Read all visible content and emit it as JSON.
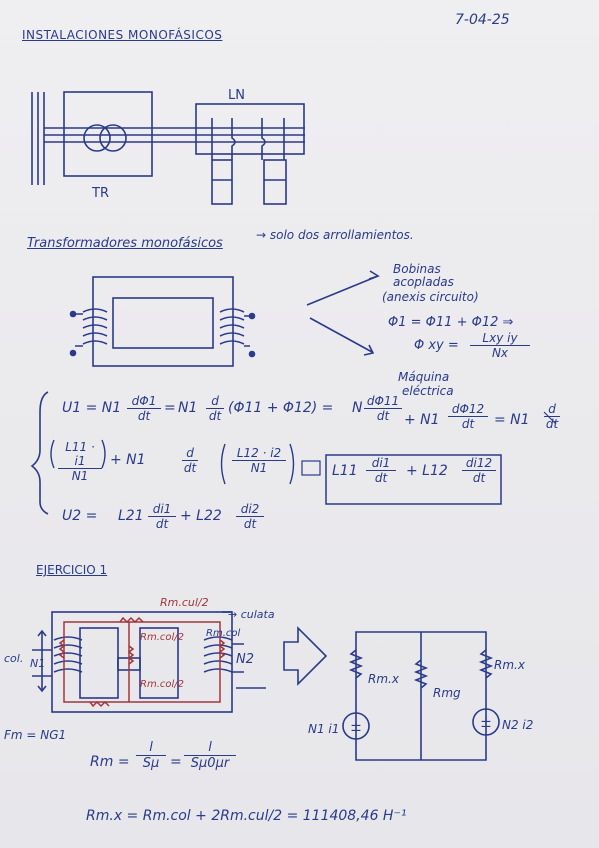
{
  "date": "7-04-25",
  "title": "INSTALACIONES MONOFÁSICOS",
  "diagram1": {
    "label_ln": "LN",
    "label_tr": "TR"
  },
  "section2": {
    "title": "Transformadores monofásicos",
    "note": "→ solo dos arrollamientos.",
    "bobinas": [
      "Bobinas",
      "acopladas",
      "(anexis circuito)"
    ],
    "flux_eq1": "Φ1 = Φ11 + Φ12 ⇒",
    "flux_eq2_left": "Φ xy =",
    "flux_eq2_num": "Lxy iy",
    "flux_eq2_den": "Nx",
    "maquina": [
      "Máquina",
      "eléctrica"
    ]
  },
  "equations": {
    "u1_lhs": "U1 = N1",
    "dphi1": "dΦ1",
    "dt": "dt",
    "eq": "=",
    "n1d": "N1",
    "d": "d",
    "paren1": "(Φ11 + Φ12) =",
    "n": "N",
    "dphi11": "dΦ11",
    "plus_n1": "+ N1",
    "dphi12": "dΦ12",
    "eq_n1": "= N1",
    "d_end": "d",
    "dt_end": "dt",
    "l11i1": "L11 · i1",
    "n1": "N1",
    "plus_n1d": "+ N1",
    "l12i2": "L12 · i2",
    "boxed_l11": "L11",
    "di1": "di1",
    "plus_l12": "+ L12",
    "di12": "di12",
    "u2_lhs": "U2 =",
    "l21": "L21",
    "di1b": "di1",
    "plus_l22": "+ L22",
    "di2": "di2"
  },
  "exercise": {
    "title": "EJERCICIO 1",
    "rm_culata_top": "Rm.cul/2",
    "culata": "→ culata",
    "rm_col_2a": "Rm.col/2",
    "rm_col": "Rm.col",
    "rm_col_2b": "Rm.col/2",
    "col": "col.",
    "n1": "N1",
    "n2": "N2",
    "fm": "Fm = NG1",
    "circuit": {
      "rmx_left": "Rm.x",
      "rmg": "Rmg",
      "rmx_right": "Rm.x",
      "source_left": "N1 i1",
      "source_right": "N2 i2"
    },
    "rm_lhs": "Rm =",
    "rm_l1": "l",
    "rm_s_mu": "Sμ",
    "rm_eq": "=",
    "rm_l2": "l",
    "rm_s_mu0": "Sμ0μr",
    "final": "Rm.x = Rm.col + 2Rm.cul/2 = 111408,46 H⁻¹"
  },
  "colors": {
    "ink": "#2a3a8c",
    "red_ink": "#a0363c",
    "paper": "#ecebee"
  }
}
